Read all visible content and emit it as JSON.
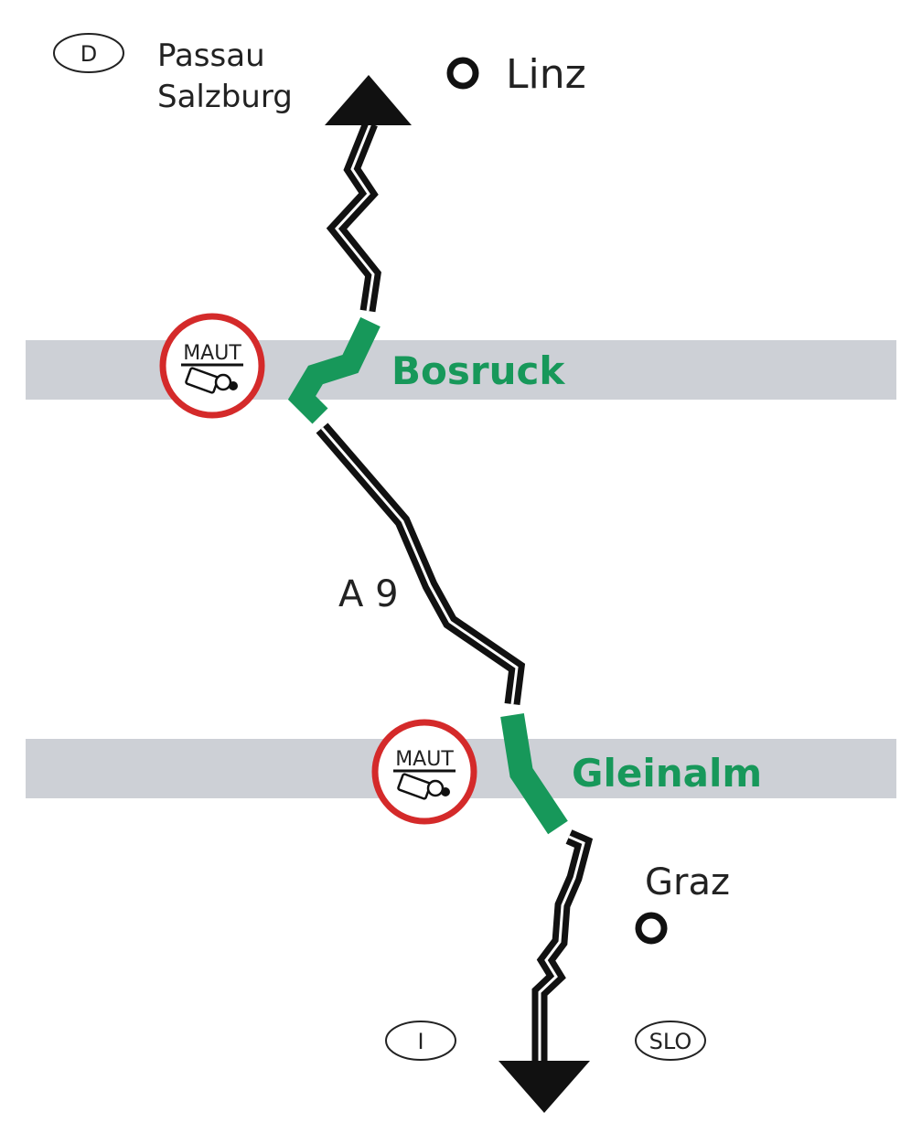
{
  "map": {
    "route_label": "A 9",
    "north": {
      "country_code": "D",
      "destinations": [
        "Passau",
        "Salzburg"
      ],
      "city": "Linz"
    },
    "tunnels": [
      {
        "name": "Bosruck",
        "toll_sign": "MAUT"
      },
      {
        "name": "Gleinalm",
        "toll_sign": "MAUT"
      }
    ],
    "south": {
      "city": "Graz",
      "country_codes": [
        "I",
        "SLO"
      ]
    },
    "colors": {
      "tunnel": "#17985a",
      "band": "#cdd0d6",
      "toll_ring": "#d42a2a",
      "road": "#111111"
    },
    "icons": [
      "toll-sign-icon",
      "city-marker-icon",
      "arrow-north-icon",
      "arrow-south-icon"
    ]
  }
}
